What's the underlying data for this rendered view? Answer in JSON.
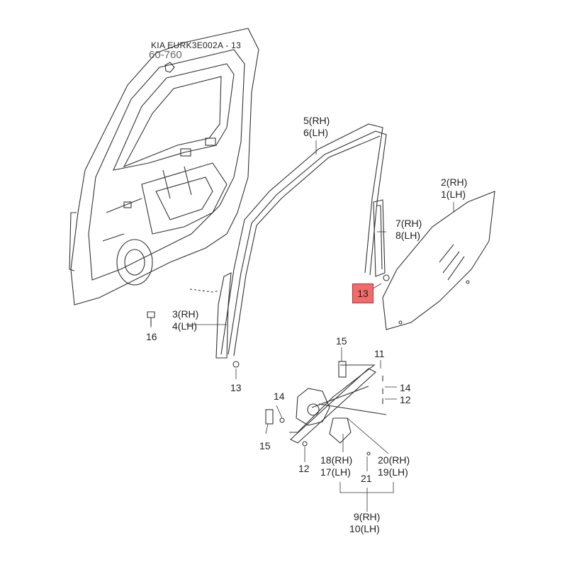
{
  "header": {
    "code": "KIA EURK3E002A - 13",
    "group": "60-760"
  },
  "callouts": {
    "c13_highlight": "13",
    "c5_6": [
      "5(RH)",
      "6(LH)"
    ],
    "c2_1": [
      "2(RH)",
      "1(LH)"
    ],
    "c7_8": [
      "7(RH)",
      "8(LH)"
    ],
    "c3_4": [
      "3(RH)",
      "4(LH)"
    ],
    "c16": "16",
    "c13_lower": "13",
    "c15_top": "15",
    "c11": "11",
    "c14_right": "14",
    "c12_right": "12",
    "c14_left": "14",
    "c15_left": "15",
    "c12_bottom": "12",
    "c18_17": [
      "18(RH)",
      "17(LH)"
    ],
    "c20_19": [
      "20(RH)",
      "19(LH)"
    ],
    "c21": "21",
    "c9_10": [
      "9(RH)",
      "10(LH)"
    ]
  },
  "colors": {
    "line": "#333333",
    "highlight": "#f26b6b"
  }
}
